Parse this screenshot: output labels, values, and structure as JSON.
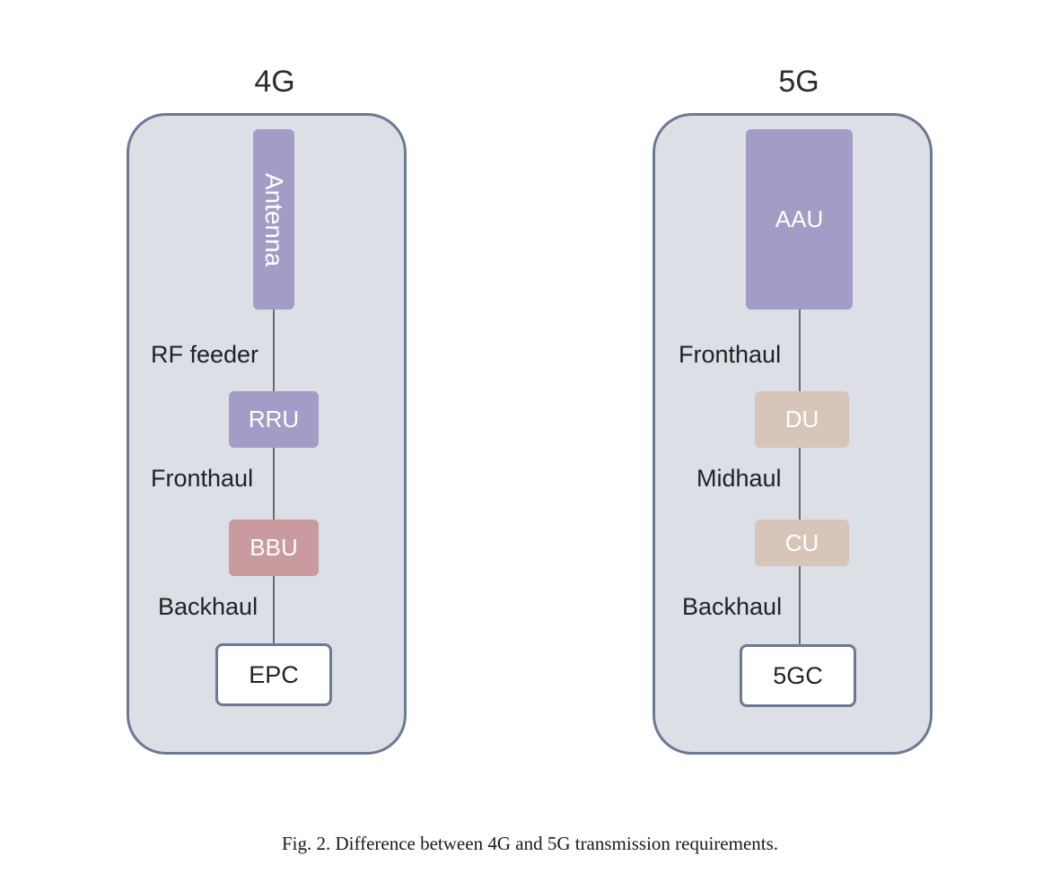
{
  "diagram": {
    "left": {
      "title": "4G",
      "nodes": {
        "antenna": "Antenna",
        "rru": "RRU",
        "bbu": "BBU",
        "core": "EPC"
      },
      "links": {
        "antenna_rru": "RF feeder",
        "rru_bbu": "Fronthaul",
        "bbu_core": "Backhaul"
      }
    },
    "right": {
      "title": "5G",
      "nodes": {
        "aau": "AAU",
        "du": "DU",
        "cu": "CU",
        "core": "5GC"
      },
      "links": {
        "aau_du": "Fronthaul",
        "du_cu": "Midhaul",
        "cu_core": "Backhaul"
      }
    },
    "colors": {
      "panel_fill": "#dcdfe6",
      "panel_border": "#6d7893",
      "radio_unit": "#a39cc6",
      "baseband_unit": "#c99a9e",
      "du_cu": "#d7c5ba",
      "core_fill": "#ffffff"
    }
  },
  "caption": "Fig. 2. Difference between 4G and 5G transmission requirements."
}
